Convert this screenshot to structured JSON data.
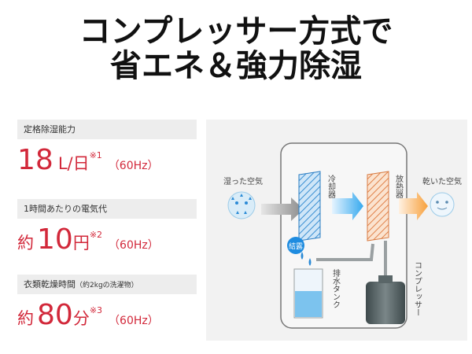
{
  "headline": {
    "line1": "コンプレッサー方式で",
    "line2": "省エネ＆強力除湿"
  },
  "specs": [
    {
      "label": "定格除湿能力",
      "label_sub": "",
      "prefix": "",
      "number": "18",
      "unit": "L/日",
      "note": "※1",
      "freq": "（60Hz）"
    },
    {
      "label": "1時間あたりの電気代",
      "label_sub": "",
      "prefix": "約",
      "number": "10",
      "unit": "円",
      "note": "※2",
      "freq": "（60Hz）"
    },
    {
      "label": "衣類乾燥時間",
      "label_sub": "（約2kgの洗濯物）",
      "prefix": "約",
      "number": "80",
      "unit": "分",
      "note": "※3",
      "freq": "（60Hz）"
    }
  ],
  "diagram": {
    "humid_air": "湿った空気",
    "cooler": "冷却器",
    "heater": "放熱器",
    "dry_air": "乾いた空気",
    "condensation": "結露",
    "drain_tank": "排水タンク",
    "compressor": "コンプレッサー"
  },
  "colors": {
    "accent_red": "#d2283a",
    "water_blue": "#2a8ad6",
    "heat_orange": "#f08a3c"
  }
}
